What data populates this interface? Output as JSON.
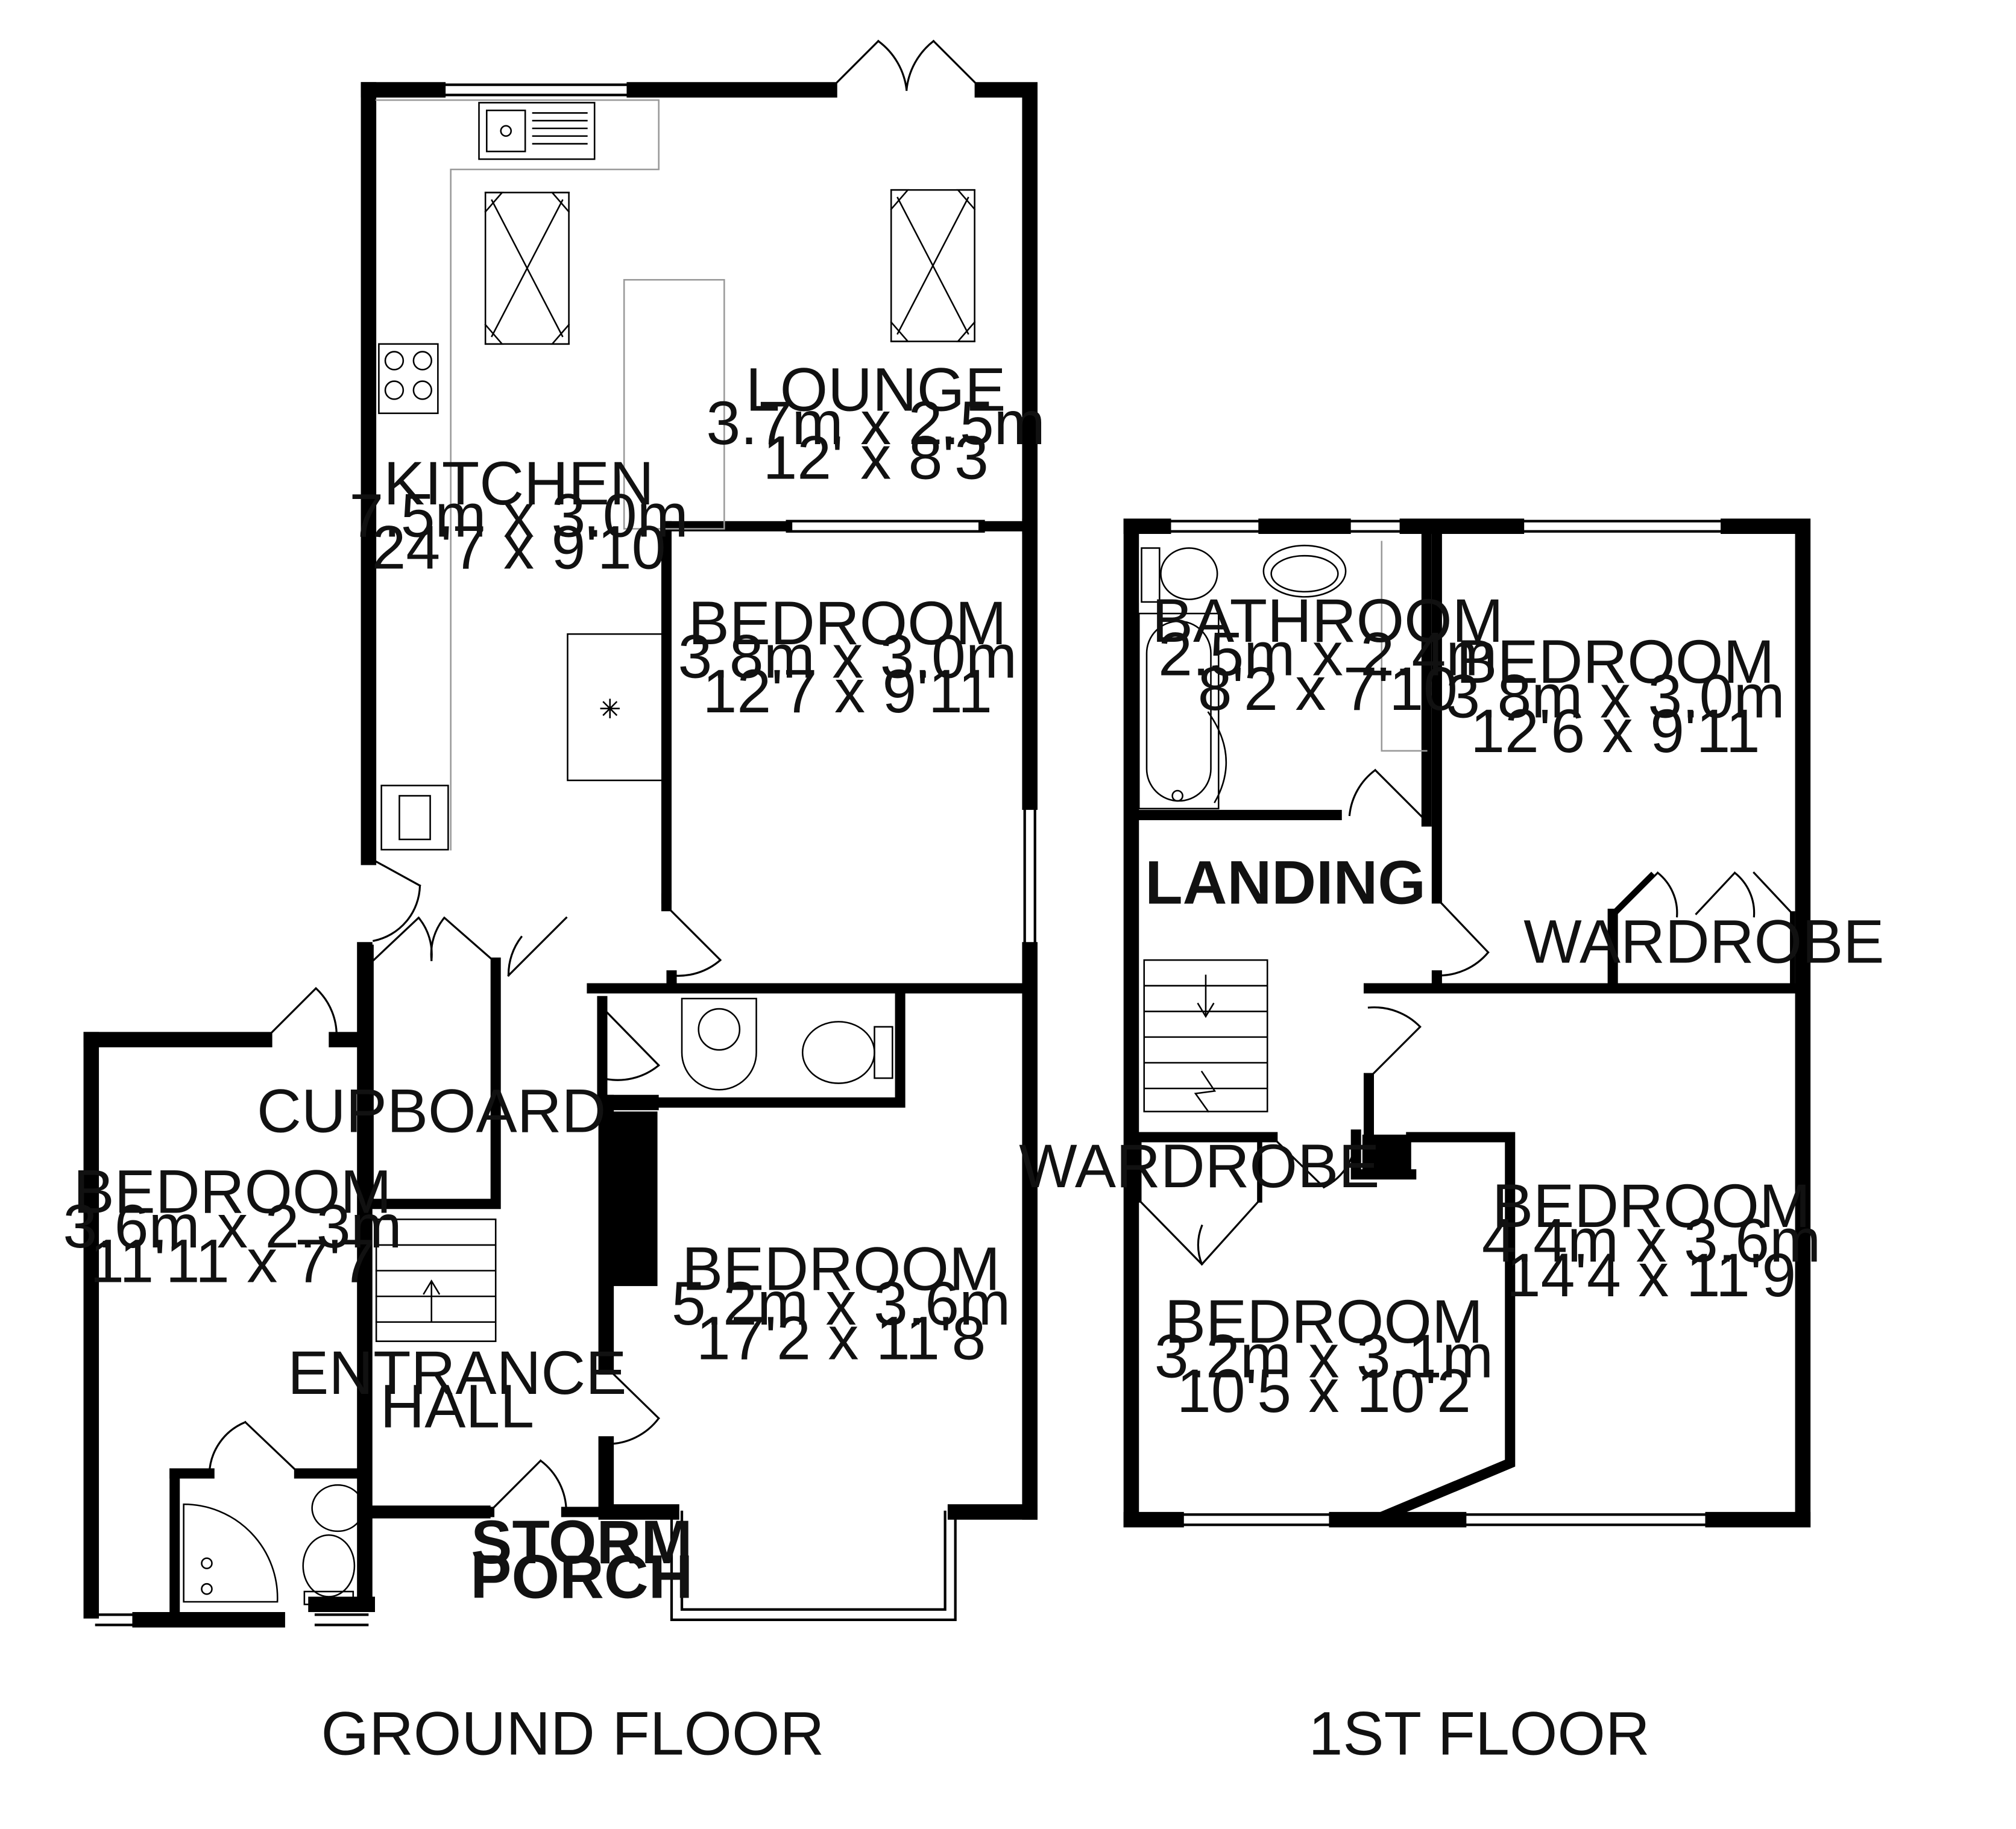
{
  "ground_floor": {
    "title": "GROUND FLOOR",
    "kitchen": {
      "name": "KITCHEN",
      "metric": "7.5m x 3.0m",
      "imperial": "24'7 x 9'10"
    },
    "lounge": {
      "name": "LOUNGE",
      "metric": "3.7m x 2.5m",
      "imperial": "12' x 8'3"
    },
    "bedroom_rear": {
      "name": "BEDROOM",
      "metric": "3.8m x 3.0m",
      "imperial": "12'7 x 9'11"
    },
    "bedroom_left": {
      "name": "BEDROOM",
      "metric": "3.6m x 2.3m",
      "imperial": "11'11 x 7'7"
    },
    "bedroom_front": {
      "name": "BEDROOM",
      "metric": "5.2m x 3.6m",
      "imperial": "17'2 x 11'8"
    },
    "cupboard": {
      "name": "CUPBOARD"
    },
    "entrance_hall": {
      "line1": "ENTRANCE",
      "line2": "HALL"
    },
    "storm_porch": {
      "line1": "STORM",
      "line2": "PORCH"
    }
  },
  "first_floor": {
    "title": "1ST FLOOR",
    "bathroom": {
      "name": "BATHROOM",
      "metric": "2.5m x 2.4m",
      "imperial": "8'2 x 7'10"
    },
    "bedroom_rear": {
      "name": "BEDROOM",
      "metric": "3.8m x 3.0m",
      "imperial": "12'6 x 9'11"
    },
    "landing": {
      "name": "LANDING"
    },
    "wardrobe_right": {
      "name": "WARDROBE"
    },
    "wardrobe_left": {
      "name": "WARDROBE"
    },
    "bedroom_front_right": {
      "name": "BEDROOM",
      "metric": "4.4m x 3.6m",
      "imperial": "14'4 x 11'9"
    },
    "bedroom_front_left": {
      "name": "BEDROOM",
      "metric": "3.2m x 3.1m",
      "imperial": "10'5 x 10'2"
    }
  }
}
